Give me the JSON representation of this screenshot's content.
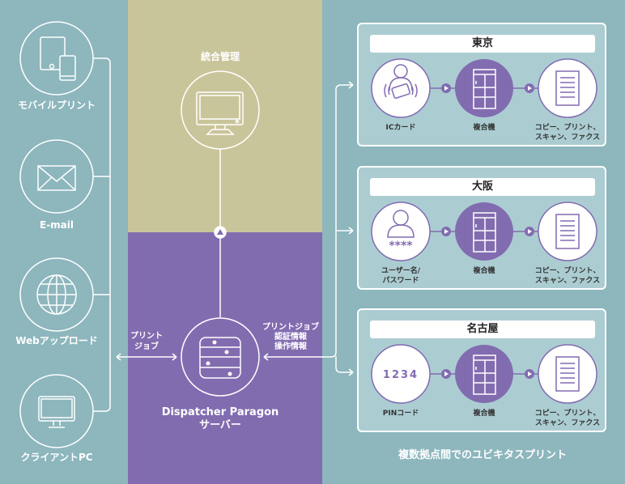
{
  "left": {
    "items": [
      {
        "label": "モバイルプリント",
        "icon": "mobile-devices-icon"
      },
      {
        "label": "E-mail",
        "icon": "envelope-icon"
      },
      {
        "label": "Webアップロード",
        "icon": "globe-icon"
      },
      {
        "label": "クライアントPC",
        "icon": "monitor-icon"
      }
    ]
  },
  "center": {
    "management_label": "統合管理",
    "server_label_1": "Dispatcher Paragon",
    "server_label_2": "サーバー",
    "left_arrow_label_1": "プリント",
    "left_arrow_label_2": "ジョブ",
    "right_arrow_label_1": "プリントジョブ",
    "right_arrow_label_2": "認証情報",
    "right_arrow_label_3": "操作情報"
  },
  "sites": [
    {
      "name": "東京",
      "auth_label_1": "ICカード",
      "auth_label_2": "",
      "mfp_label": "複合機",
      "output_label_1": "コピー、プリント、",
      "output_label_2": "スキャン、ファクス"
    },
    {
      "name": "大阪",
      "auth_label_1": "ユーザー名/",
      "auth_label_2": "パスワード",
      "mfp_label": "複合機",
      "output_label_1": "コピー、プリント、",
      "output_label_2": "スキャン、ファクス",
      "password_mask": "****"
    },
    {
      "name": "名古屋",
      "auth_label_1": "PINコード",
      "auth_label_2": "",
      "mfp_label": "複合機",
      "output_label_1": "コピー、プリント、",
      "output_label_2": "スキャン、ファクス",
      "pin": "1234"
    }
  ],
  "footer": "複数拠点間でのユビキタスプリント",
  "colors": {
    "teal": "#8db6bd",
    "khaki": "#c9c59a",
    "purple": "#826cb0",
    "panel": "#abcdd2"
  }
}
